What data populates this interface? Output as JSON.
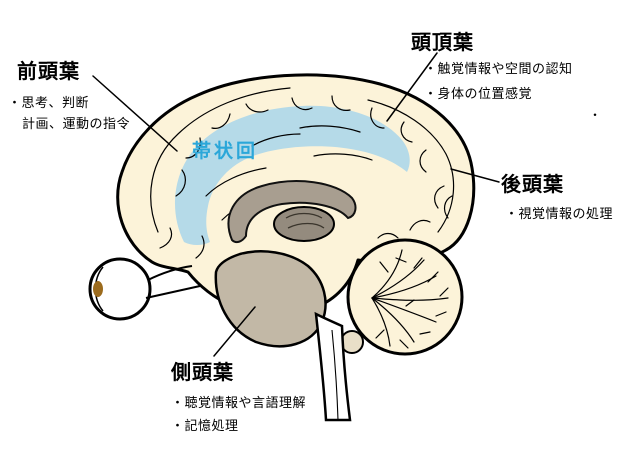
{
  "regions": {
    "frontal": {
      "label": "前頭葉",
      "bullets": [
        "・思考、判断",
        "計画、運動の指令"
      ]
    },
    "parietal": {
      "label": "頭頂葉",
      "bullets": [
        "・触覚情報や空間の認知",
        "・身体の位置感覚"
      ]
    },
    "occipital": {
      "label": "後頭葉",
      "bullets": [
        "・視覚情報の処理"
      ]
    },
    "temporal": {
      "label": "側頭葉",
      "bullets": [
        "・聴覚情報や言語理解",
        "・記憶処理"
      ]
    },
    "cingulate": {
      "label": "帯状回"
    }
  },
  "colors": {
    "cerebrum_fill": "#fcf3d9",
    "cerebellum_fill": "#fcf3d9",
    "cingulate_fill": "#b5dae8",
    "cingulate_text": "#2ba7d9",
    "temporal_stem_fill": "#c2b8a6",
    "corpus_callosum_fill": "#a89e90",
    "thalamus_fill": "#948b7e",
    "flocculus_fill": "#e9dfc8",
    "eye_spot_fill": "#9c6b1d",
    "outline": "#000000"
  },
  "stray_mark": "・"
}
